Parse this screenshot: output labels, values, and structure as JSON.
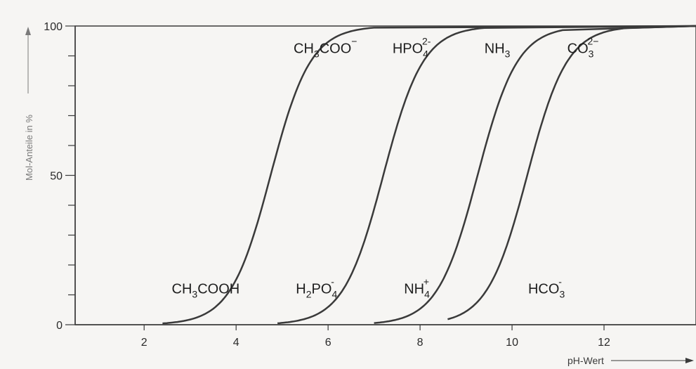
{
  "chart_data": {
    "type": "line",
    "title": "",
    "xlabel": "pH-Wert",
    "ylabel": "Mol-Anteile in %",
    "xlim": [
      0.5,
      14
    ],
    "ylim": [
      0,
      100
    ],
    "x_ticks": [
      2,
      4,
      6,
      8,
      10,
      12
    ],
    "y_ticks_labeled": [
      0,
      50,
      100
    ],
    "y_minor_step": 10,
    "grid": false,
    "curve_color": "#3a3a3a",
    "series": [
      {
        "pKa": 4.75,
        "x_range": [
          2.4,
          7.0
        ]
      },
      {
        "pKa": 7.2,
        "x_range": [
          4.9,
          9.4
        ]
      },
      {
        "pKa": 9.25,
        "x_range": [
          7.0,
          11.1
        ]
      },
      {
        "pKa": 10.33,
        "x_range": [
          8.6,
          12.5
        ]
      }
    ],
    "species_labels": [
      {
        "parts": [
          [
            "CH",
            "n"
          ],
          [
            "3",
            "sub"
          ],
          [
            "COO",
            "n"
          ],
          [
            "−",
            "sup"
          ]
        ],
        "x": 5.25,
        "y": 91
      },
      {
        "parts": [
          [
            "HPO",
            "n"
          ],
          [
            "4",
            "sub"
          ],
          [
            "2-",
            "sup"
          ]
        ],
        "x": 7.4,
        "y": 91
      },
      {
        "parts": [
          [
            "NH",
            "n"
          ],
          [
            "3",
            "sub"
          ]
        ],
        "x": 9.4,
        "y": 91
      },
      {
        "parts": [
          [
            "CO",
            "n"
          ],
          [
            "3",
            "sub"
          ],
          [
            "2−",
            "sup"
          ]
        ],
        "x": 11.2,
        "y": 91
      },
      {
        "parts": [
          [
            "CH",
            "n"
          ],
          [
            "3",
            "sub"
          ],
          [
            "COOH",
            "n"
          ]
        ],
        "x": 2.6,
        "y": 10.5
      },
      {
        "parts": [
          [
            "H",
            "n"
          ],
          [
            "2",
            "sub"
          ],
          [
            "PO",
            "n"
          ],
          [
            "4",
            "sub"
          ],
          [
            "-",
            "sup"
          ]
        ],
        "x": 5.3,
        "y": 10.5
      },
      {
        "parts": [
          [
            "NH",
            "n"
          ],
          [
            "4",
            "sub"
          ],
          [
            "+",
            "sup"
          ]
        ],
        "x": 7.65,
        "y": 10.5
      },
      {
        "parts": [
          [
            "HCO",
            "n"
          ],
          [
            "3",
            "sub"
          ],
          [
            "-",
            "sup"
          ]
        ],
        "x": 10.35,
        "y": 10.5
      }
    ]
  }
}
